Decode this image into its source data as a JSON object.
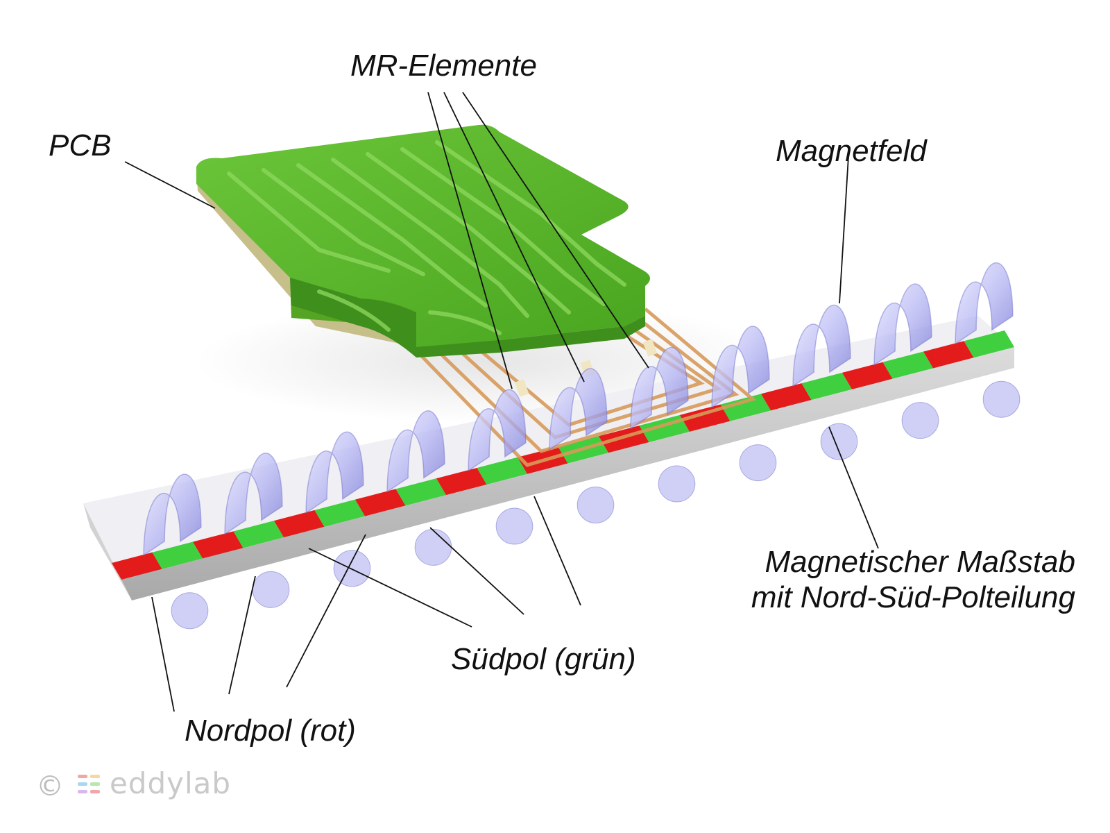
{
  "labels": {
    "mr_elements": "MR-Elemente",
    "pcb": "PCB",
    "magnetic_field": "Magnetfeld",
    "scale_line1": "Magnetischer Maßstab",
    "scale_line2": "mit Nord-Süd-Polteilung",
    "south_pole": "Südpol (grün)",
    "north_pole": "Nordpol (rot)"
  },
  "branding": {
    "copyright": "©",
    "logo": "eddylab"
  },
  "colors": {
    "north_pole": "#e31b1b",
    "south_pole": "#3fcf3f",
    "pcb_green": "#58b62a",
    "pcb_dark": "#3e8f1c",
    "pcb_edge": "#c7bf8a",
    "field_arc": "#a9a9f0",
    "copper": "#d79a5a",
    "scale_body": "#cfcfcf"
  }
}
